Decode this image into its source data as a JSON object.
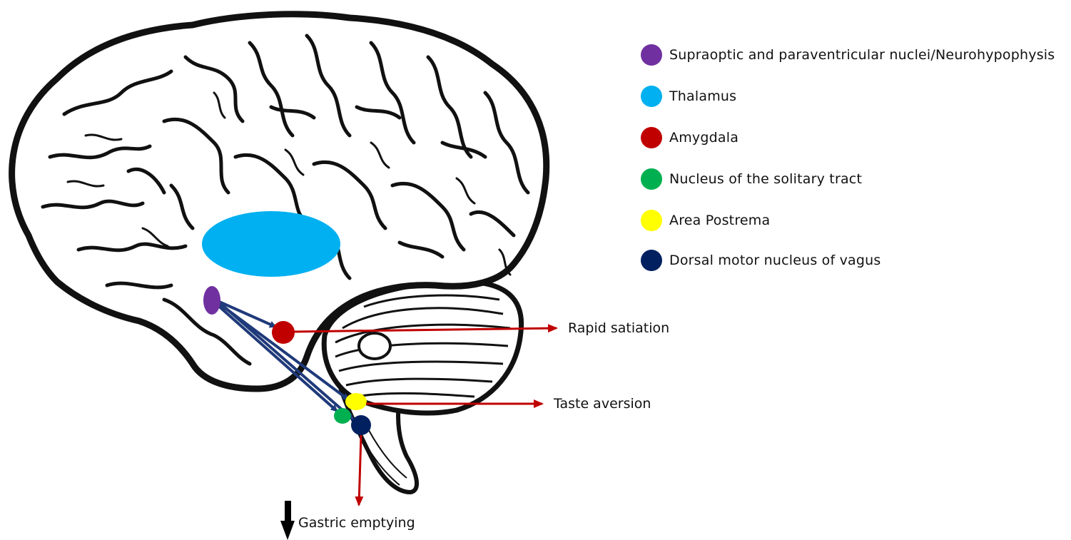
{
  "legend": [
    {
      "label": "Supraoptic and paraventricular nuclei/Neurohypophysis",
      "color": "#7030A0",
      "icon": "purple-circle"
    },
    {
      "label": "Thalamus",
      "color": "#00B0F0",
      "icon": "cyan-circle"
    },
    {
      "label": "Amygdala",
      "color": "#C00000",
      "icon": "red-circle"
    },
    {
      "label": "Nucleus of the solitary tract",
      "color": "#00B050",
      "icon": "green-circle"
    },
    {
      "label": "Area Postrema",
      "color": "#FFFF00",
      "icon": "yellow-circle"
    },
    {
      "label": "Dorsal motor nucleus of vagus",
      "color": "#002060",
      "icon": "navy-circle"
    }
  ],
  "outcomes": {
    "rapid_satiation": "Rapid satiation",
    "taste_aversion": "Taste aversion",
    "gastric_emptying": "Gastric emptying"
  },
  "colors": {
    "pathway_arrow": "#1F3A7A",
    "output_arrow": "#C00000",
    "brain_outline": "#111111"
  }
}
